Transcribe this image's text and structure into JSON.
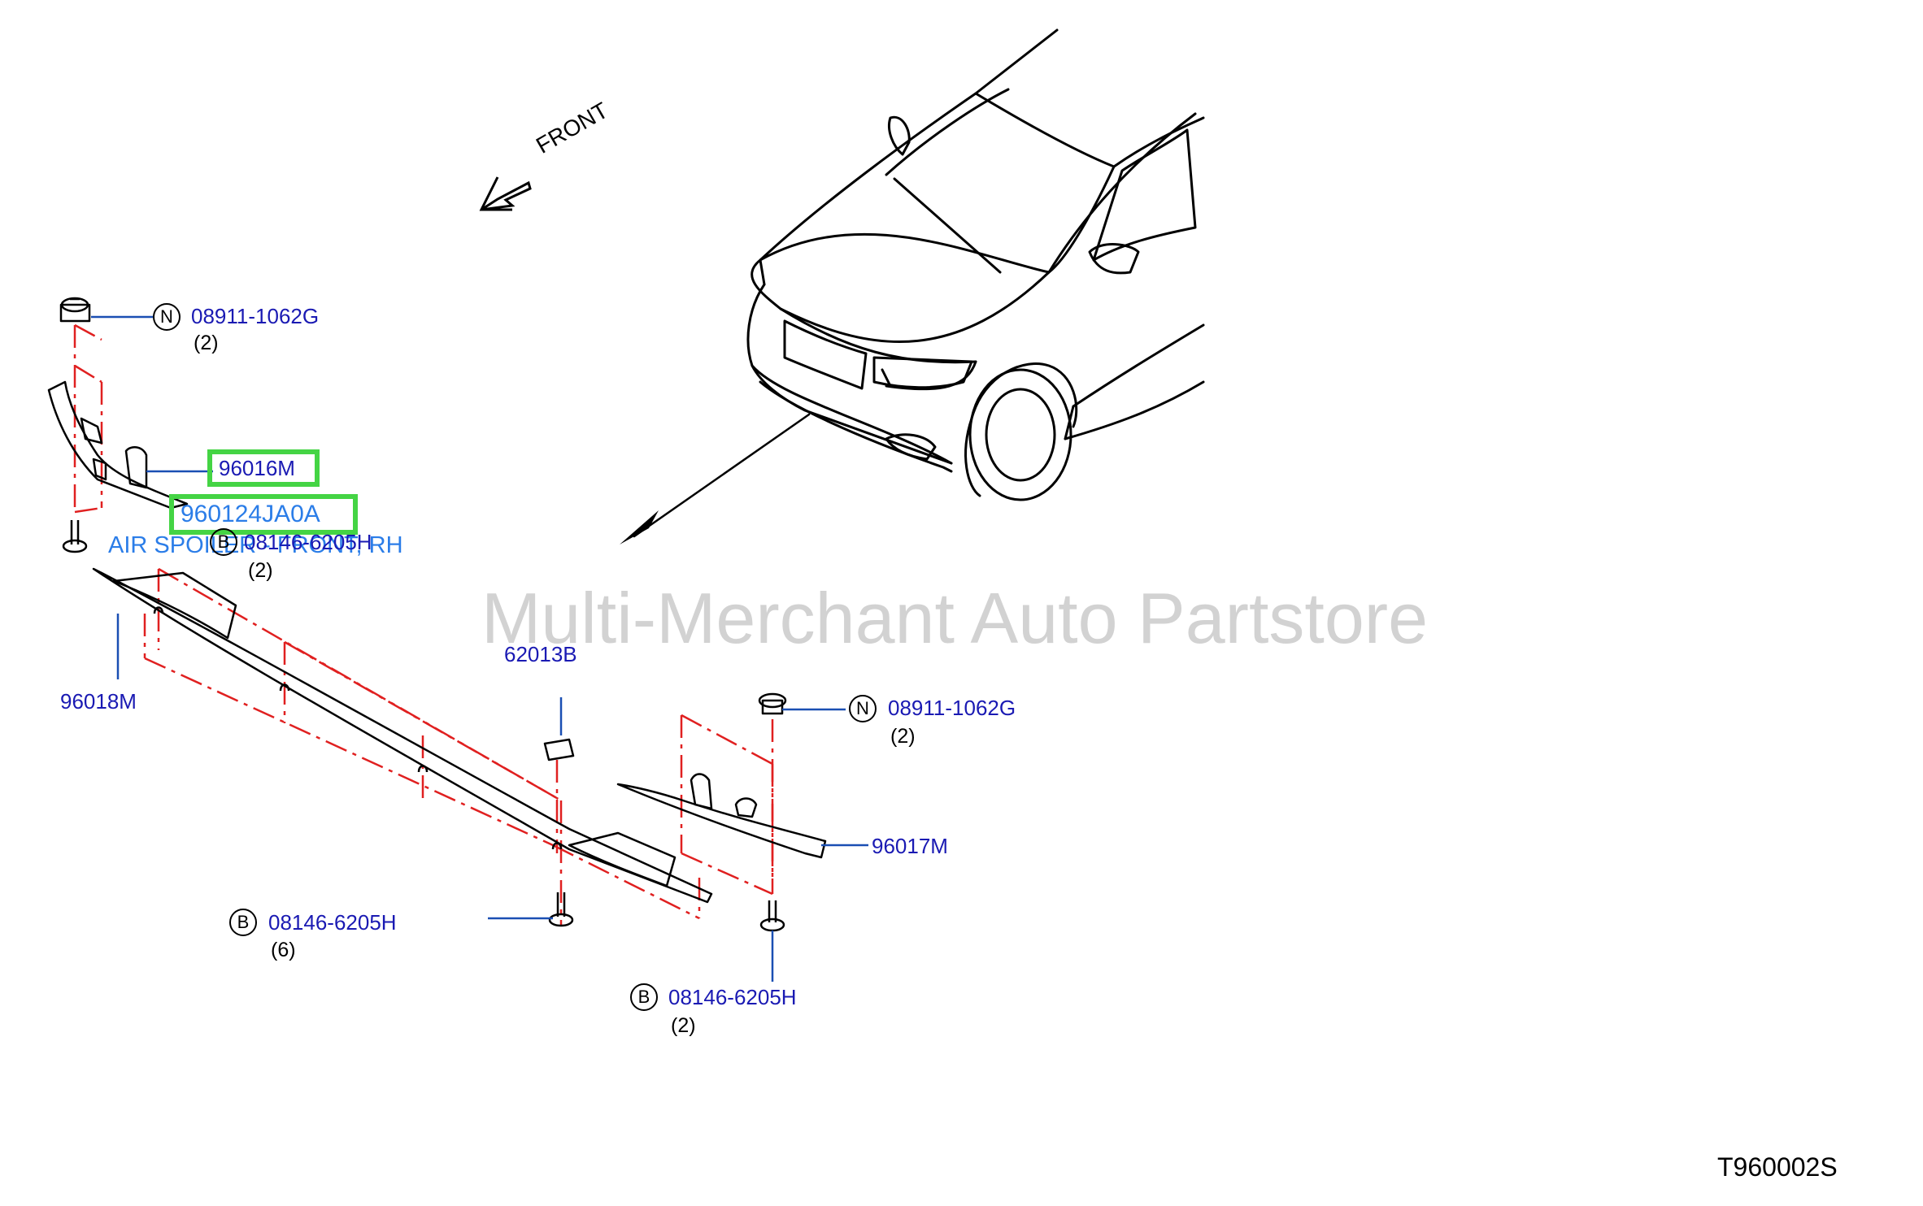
{
  "watermark": "Multi-Merchant Auto Partstore",
  "diagram_code": "T960002S",
  "front_label": "FRONT",
  "tooltip": "AIR SPOILER - FRONT, RH",
  "highlights": {
    "part_1": "96016M",
    "part_2": "960124JA0A"
  },
  "callouts": {
    "nut_left": {
      "badge": "N",
      "part": "08911-1062G",
      "qty": "(2)"
    },
    "bolt_left": {
      "badge": "B",
      "part": "08146-6205H",
      "qty": "(2)"
    },
    "part_96018": {
      "part": "96018M"
    },
    "clip": {
      "part": "62013B"
    },
    "nut_right": {
      "badge": "N",
      "part": "08911-1062G",
      "qty": "(2)"
    },
    "part_96017": {
      "part": "96017M"
    },
    "bolt_center": {
      "badge": "B",
      "part": "08146-6205H",
      "qty": "(6)"
    },
    "bolt_right": {
      "badge": "B",
      "part": "08146-6205H",
      "qty": "(2)"
    }
  },
  "colors": {
    "part_number": "#1a1ab3",
    "leader_line": "#1a4fb3",
    "dash_line": "#e02020",
    "highlight": "#44d444",
    "tooltip": "#2b7de8",
    "watermark": "#d2d2d2"
  }
}
